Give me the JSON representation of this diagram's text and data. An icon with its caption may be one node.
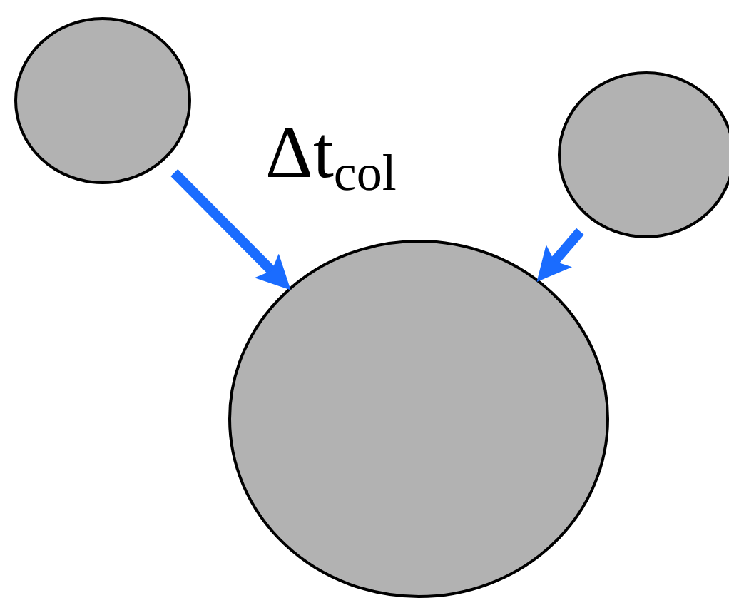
{
  "diagram": {
    "nodes": [
      {
        "text": [],
        "shape": "circle"
      },
      {
        "text": [],
        "shape": "circle"
      },
      {
        "text": [],
        "shape": "circle"
      }
    ],
    "edges": [
      {
        "from": 0,
        "to": 2,
        "arrow": "to"
      },
      {
        "from": 1,
        "to": 2,
        "arrow": "to"
      }
    ],
    "labels": [
      "Δt$_{col}$"
    ]
  }
}
